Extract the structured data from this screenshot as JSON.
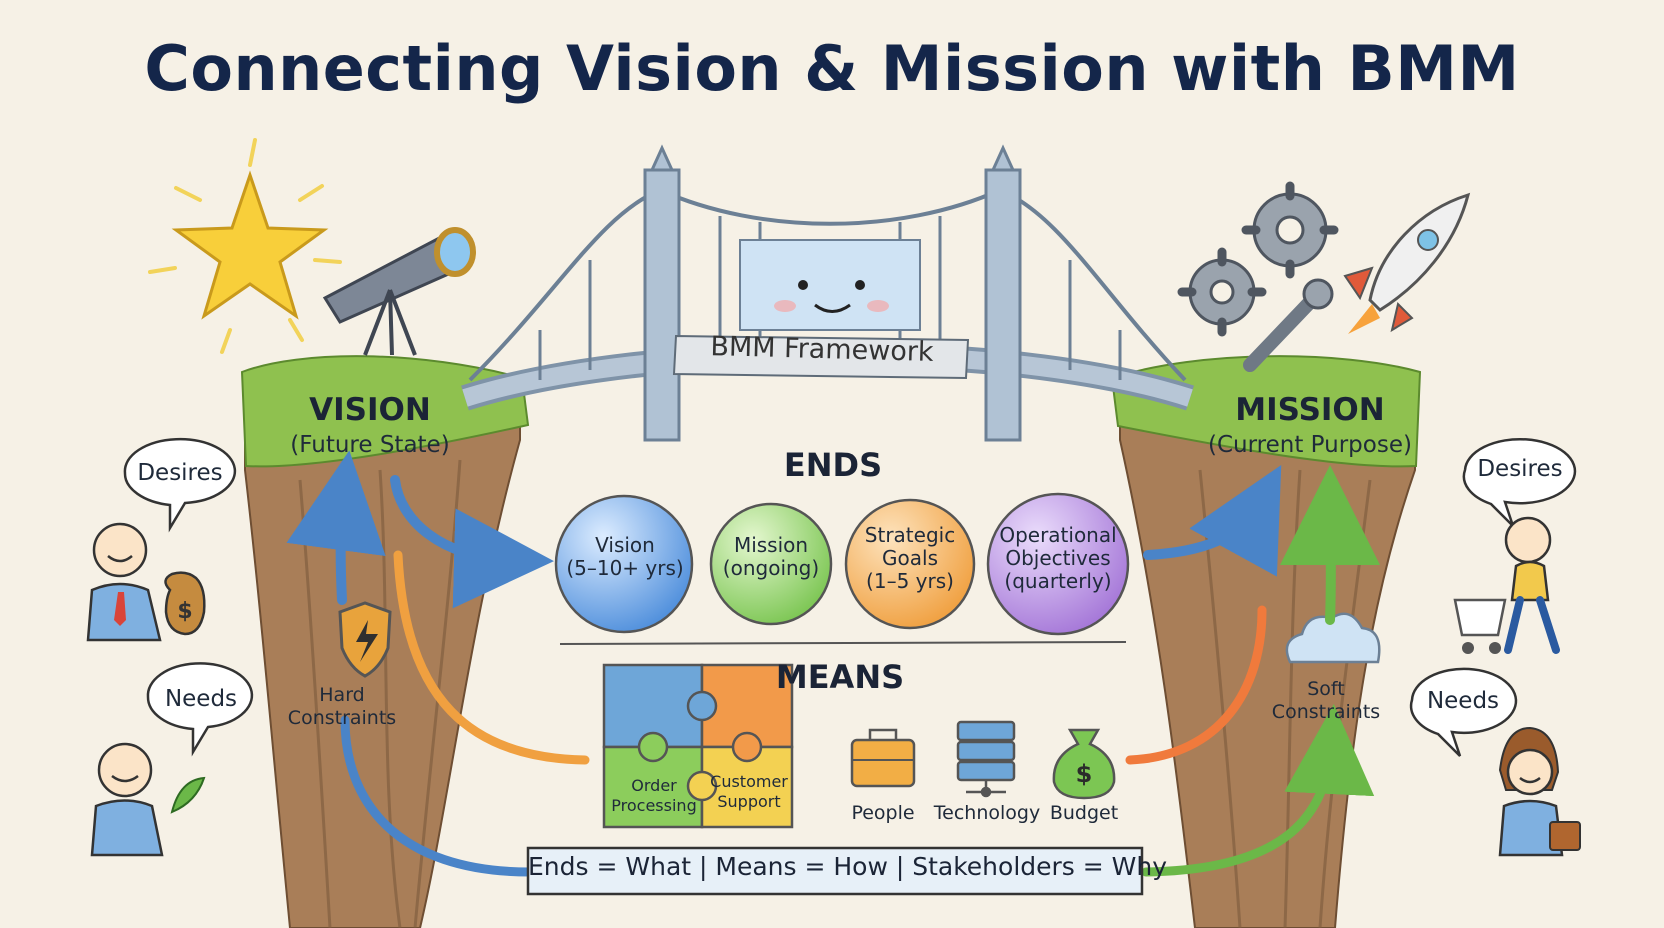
{
  "title": "Connecting Vision & Mission with BMM",
  "bridge": {
    "label": "BMM Framework"
  },
  "vision": {
    "title": "VISION",
    "subtitle": "(Future State)"
  },
  "mission": {
    "title": "MISSION",
    "subtitle": "(Current Purpose)"
  },
  "ends": {
    "heading": "ENDS",
    "items": [
      {
        "line1": "Vision",
        "line2": "(5–10+ yrs)",
        "line3": "",
        "color": "#4f8fdc"
      },
      {
        "line1": "Mission",
        "line2": "(ongoing)",
        "line3": "",
        "color": "#7cc653"
      },
      {
        "line1": "Strategic",
        "line2": "Goals",
        "line3": "(1–5 yrs)",
        "color": "#f0a040"
      },
      {
        "line1": "Operational",
        "line2": "Objectives",
        "line3": "(quarterly)",
        "color": "#a577d8"
      }
    ]
  },
  "means": {
    "heading": "MEANS",
    "puzzle": {
      "piece1": "Order",
      "piece1b": "Processing",
      "piece2": "Customer",
      "piece2b": "Support"
    },
    "resources": [
      {
        "label": "People",
        "icon": "briefcase-icon"
      },
      {
        "label": "Technology",
        "icon": "server-icon"
      },
      {
        "label": "Budget",
        "icon": "money-bag-icon"
      }
    ]
  },
  "constraints": {
    "hard": {
      "line1": "Hard",
      "line2": "Constraints",
      "icon": "shield-icon"
    },
    "soft": {
      "line1": "Soft",
      "line2": "Constraints",
      "icon": "cloud-icon"
    }
  },
  "stakeholders": {
    "left": {
      "top_bubble": "Desires",
      "bottom_bubble": "Needs"
    },
    "right": {
      "top_bubble": "Desires",
      "bottom_bubble": "Needs"
    }
  },
  "summary": "Ends = What | Means = How | Stakeholders = Why",
  "colors": {
    "background": "#f6f1e6",
    "title": "#14264a",
    "grass": "#8fc14f",
    "cliff": "#a97e58",
    "bridge": "#9fb2c6",
    "arrow_blue": "#4a84c8",
    "arrow_orange": "#f0a040",
    "arrow_green": "#6bb848"
  }
}
